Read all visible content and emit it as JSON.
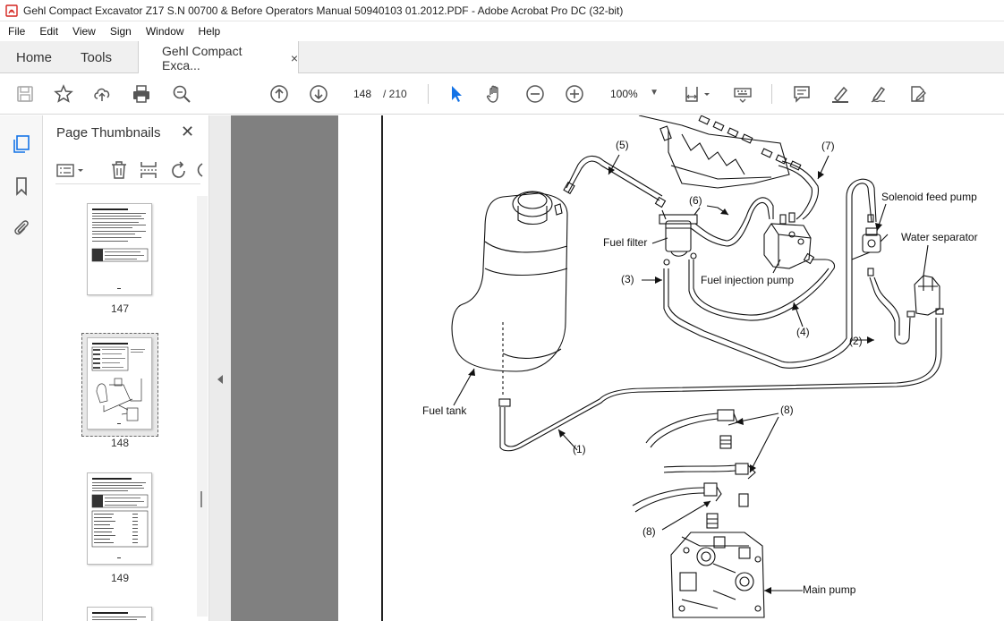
{
  "window": {
    "title": "Gehl Compact Excavator Z17 S.N 00700 & Before Operators Manual 50940103 01.2012.PDF - Adobe Acrobat Pro DC (32-bit)"
  },
  "menu": {
    "file": "File",
    "edit": "Edit",
    "view": "View",
    "sign": "Sign",
    "window": "Window",
    "help": "Help"
  },
  "tabs": {
    "home": "Home",
    "tools": "Tools",
    "document": "Gehl Compact Exca...",
    "close": "×"
  },
  "toolbar": {
    "page_current": "148",
    "page_total": "/ 210",
    "zoom": "100%"
  },
  "thumbnails": {
    "title": "Page Thumbnails",
    "pages": [
      "147",
      "148",
      "149"
    ]
  },
  "diagram": {
    "labels": {
      "l5": "(5)",
      "l7": "(7)",
      "l6": "(6)",
      "solenoid": "Solenoid feed pump",
      "water_sep": "Water separator",
      "fuel_filter": "Fuel filter",
      "l3": "(3)",
      "injection": "Fuel injection pump",
      "l4": "(4)",
      "l2": "(2)",
      "fuel_tank": "Fuel tank",
      "l8a": "(8)",
      "l1": "(1)",
      "l8b": "(8)",
      "main_pump": "Main pump"
    }
  },
  "colors": {
    "accent_red": "#d4231e",
    "doc_bg": "#808080",
    "icon_gray": "#555555",
    "select_blue": "#1473e6"
  }
}
